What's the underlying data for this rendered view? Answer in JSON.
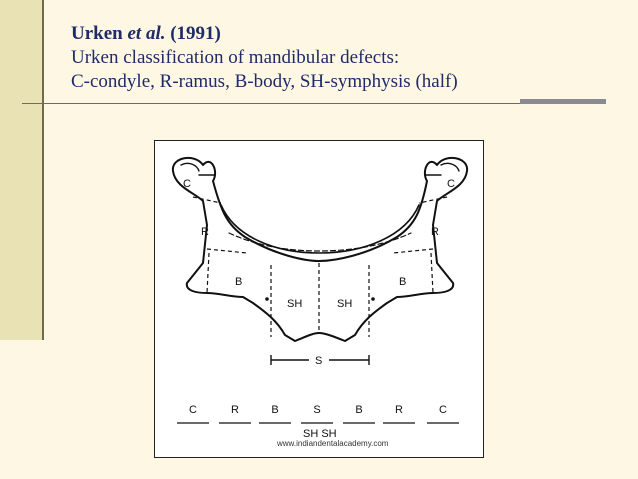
{
  "slide": {
    "title_author": "Urken",
    "title_etal": "et al.",
    "title_year": "(1991)",
    "subtitle_1": "Urken classification of mandibular defects:",
    "subtitle_2": "C-condyle, R-ramus, B-body, SH-symphysis (half)"
  },
  "diagram": {
    "region_labels": {
      "condyle_left": "C",
      "condyle_right": "C",
      "ramus_left": "R",
      "ramus_right": "R",
      "body_left": "B",
      "body_right": "B",
      "symphysis_half_left": "SH",
      "symphysis_half_right": "SH"
    },
    "symphysis_span_label": "S",
    "sequence_labels": [
      "C",
      "R",
      "B",
      "S",
      "B",
      "R",
      "C"
    ],
    "sequence_sub_labels": "SH SH",
    "watermark": "www.indiandentalacademy.com"
  },
  "colors": {
    "background": "#fdf7e4",
    "title_text": "#1f2a68",
    "side_band": "#e8e2b4"
  }
}
